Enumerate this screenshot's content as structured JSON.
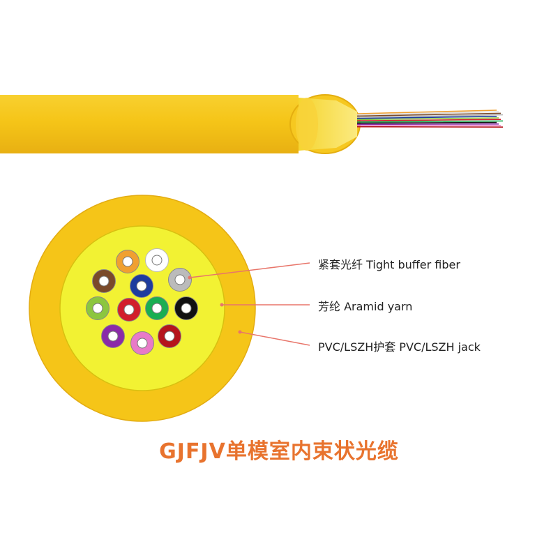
{
  "labels": {
    "tight_buffer_fiber": "紧套光纤 Tight buffer fiber",
    "aramid_yarn": "芳纶 Aramid yarn",
    "jacket": "PVC/LSZH护套 PVC/LSZH jack"
  },
  "title": "GJFJV单模室内束状光缆",
  "colors": {
    "jacket": "#F5C518",
    "jacket_dark": "#E2A90F",
    "aramid": "#F2F233",
    "leader": "#E8756A",
    "title": "#E8732E",
    "fiber_colors": [
      "#F0A030",
      "#FFFFFF",
      "#7A4A2A",
      "#BBBBBB",
      "#1E3C9E",
      "#8CC63F",
      "#D21E2B",
      "#1AAE52",
      "#111111",
      "#8A2BA8",
      "#E87AC8",
      "#B5141C"
    ]
  },
  "fiber_count": 12
}
